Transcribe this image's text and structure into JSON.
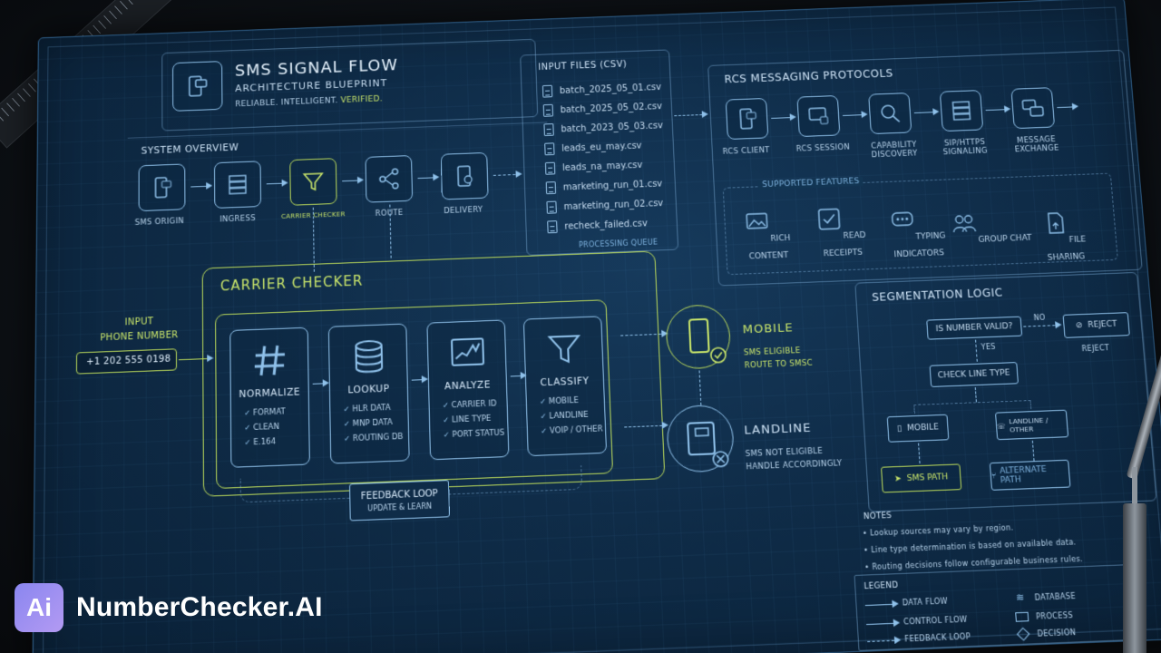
{
  "header": {
    "title": "SMS SIGNAL FLOW",
    "subtitle": "ARCHITECTURE BLUEPRINT",
    "tagline_a": "RELIABLE. INTELLIGENT.",
    "tagline_b": "VERIFIED."
  },
  "system_overview": {
    "title": "SYSTEM OVERVIEW",
    "nodes": [
      "SMS ORIGIN",
      "INGRESS",
      "CARRIER CHECKER",
      "ROUTE",
      "DELIVERY"
    ]
  },
  "input_files": {
    "title": "INPUT FILES (CSV)",
    "files": [
      "batch_2025_05_01.csv",
      "batch_2025_05_02.csv",
      "batch_2023_05_03.csv",
      "leads_eu_may.csv",
      "leads_na_may.csv",
      "marketing_run_01.csv",
      "marketing_run_02.csv",
      "recheck_failed.csv"
    ],
    "footer": "PROCESSING QUEUE"
  },
  "rcs": {
    "title": "RCS MESSAGING PROTOCOLS",
    "steps": [
      "RCS CLIENT",
      "RCS SESSION",
      "CAPABILITY DISCOVERY",
      "SIP/HTTPS SIGNALING",
      "MESSAGE EXCHANGE"
    ],
    "features_title": "SUPPORTED FEATURES",
    "features": [
      "RICH CONTENT",
      "READ RECEIPTS",
      "TYPING INDICATORS",
      "GROUP CHAT",
      "FILE SHARING"
    ]
  },
  "carrier_checker": {
    "title": "CARRIER CHECKER",
    "input_label": "INPUT\nPHONE NUMBER",
    "input_value": "+1 202 555 0198",
    "stages": [
      {
        "title": "NORMALIZE",
        "items": [
          "FORMAT",
          "CLEAN",
          "E.164"
        ]
      },
      {
        "title": "LOOKUP",
        "items": [
          "HLR DATA",
          "MNP DATA",
          "ROUTING DB"
        ]
      },
      {
        "title": "ANALYZE",
        "items": [
          "CARRIER ID",
          "LINE TYPE",
          "PORT STATUS"
        ]
      },
      {
        "title": "CLASSIFY",
        "items": [
          "MOBILE",
          "LANDLINE",
          "VOIP / OTHER"
        ]
      }
    ],
    "mobile": {
      "title": "MOBILE",
      "line1": "SMS ELIGIBLE",
      "line2": "ROUTE TO SMSC"
    },
    "landline": {
      "title": "LANDLINE",
      "line1": "SMS NOT ELIGIBLE",
      "line2": "HANDLE ACCORDINGLY"
    },
    "feedback_title": "FEEDBACK LOOP",
    "feedback_sub": "UPDATE & LEARN"
  },
  "segmentation": {
    "title": "SEGMENTATION LOGIC",
    "is_valid": "IS NUMBER VALID?",
    "no": "NO",
    "yes": "YES",
    "reject": "REJECT",
    "reject_label": "REJECT",
    "check_line": "CHECK LINE TYPE",
    "mobile": "MOBILE",
    "landline": "LANDLINE / OTHER",
    "sms_path": "SMS PATH",
    "alt_path": "ALTERNATE PATH"
  },
  "notes": {
    "title": "NOTES",
    "items": [
      "Lookup sources may vary by region.",
      "Line type determination is based on available data.",
      "Routing decisions follow configurable business rules."
    ]
  },
  "legend": {
    "title": "LEGEND",
    "items": [
      "DATA FLOW",
      "CONTROL FLOW",
      "FEEDBACK LOOP",
      "DATABASE",
      "PROCESS",
      "DECISION"
    ]
  },
  "brand": {
    "logo": "Ai",
    "name": "NumberChecker.AI"
  },
  "colors": {
    "accent_blue": "#8fc1ea",
    "accent_green": "#c9e56a",
    "board": "#0f2c48",
    "logo": "#a08ff0"
  }
}
